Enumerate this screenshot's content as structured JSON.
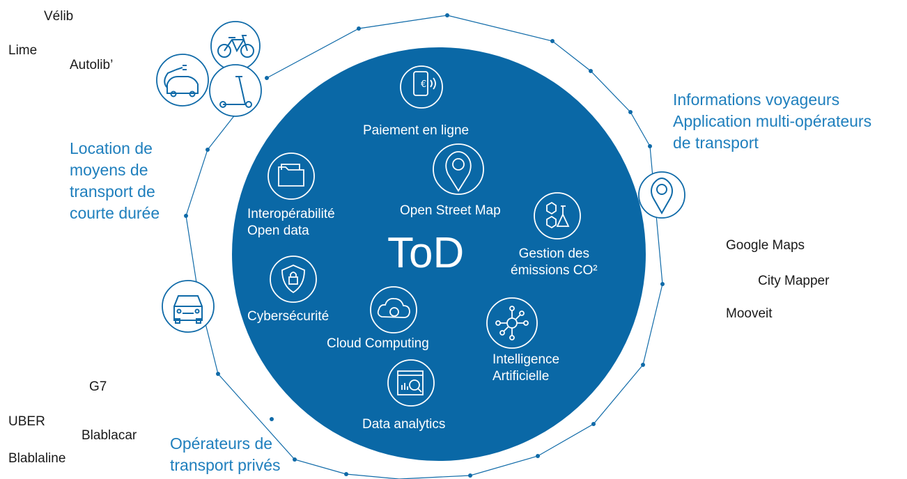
{
  "hub": {
    "title": "ToD",
    "features": {
      "paiement": "Paiement en ligne",
      "osm": "Open Street Map",
      "interop": "Interopérabilité\nOpen data",
      "co2": "Gestion des\némissions CO²",
      "cyber": "Cybersécurité",
      "cloud": "Cloud Computing",
      "ia": "Intelligence\nArtificielle",
      "analytics": "Data analytics"
    }
  },
  "categories": {
    "location": "Location de\nmoyens de\ntransport de\ncourte durée",
    "infos": "Informations voyageurs\nApplication multi-opérateurs\nde transport",
    "operateurs": "Opérateurs de\ntransport privés"
  },
  "services": {
    "velib": "Vélib",
    "lime": "Lime",
    "autolib": "Autolib’",
    "google_maps": "Google Maps",
    "city_mapper": "City Mapper",
    "mooveit": "Mooveit",
    "g7": "G7",
    "uber": "UBER",
    "blablacar": "Blablacar",
    "blablaline": "Blablaline"
  },
  "colors": {
    "hub_fill": "#0a68a6",
    "accent": "#1f7fbd",
    "ring_line": "#0f6aa8",
    "text_dark": "#1a1a1a"
  },
  "icons": {
    "bike": "bicycle-icon",
    "scooter": "kick-scooter-icon",
    "ev": "electric-car-icon",
    "car": "car-icon",
    "pin": "map-pin-icon",
    "payment": "contactless-payment-icon",
    "folder": "folder-icon",
    "chem": "molecule-flask-icon",
    "shield": "shield-lock-icon",
    "cloud": "cloud-gear-icon",
    "network": "network-nodes-icon",
    "analytics": "analytics-screen-icon"
  }
}
